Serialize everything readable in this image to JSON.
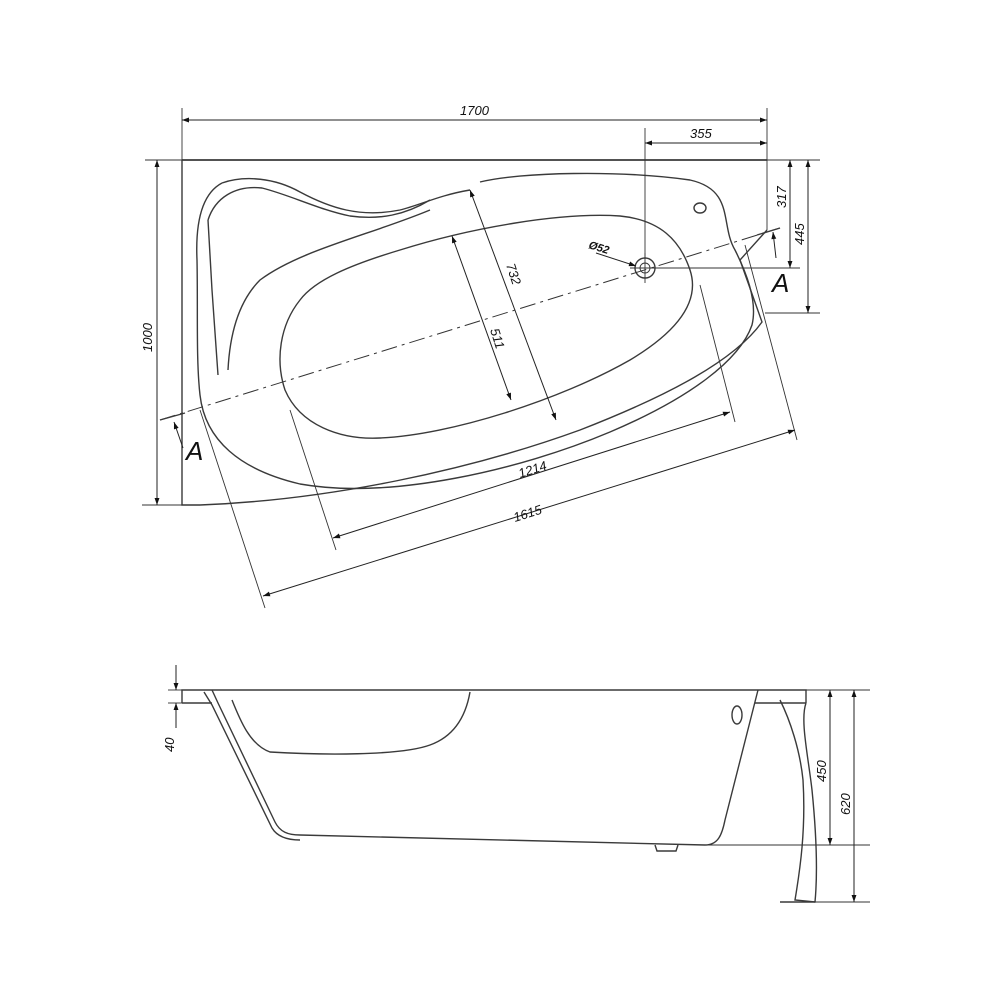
{
  "dimensions": {
    "overall_length": "1700",
    "drain_offset": "355",
    "overall_width": "1000",
    "drain_depth_offset": "317",
    "end_width": "445",
    "drain_diameter": "Ø52",
    "inner_width": "732",
    "basin_width": "511",
    "basin_length": "1214",
    "outer_length": "1615",
    "rim_thickness": "40",
    "tub_depth": "450",
    "total_height": "620"
  },
  "section": {
    "label_right": "A",
    "label_left": "A"
  }
}
